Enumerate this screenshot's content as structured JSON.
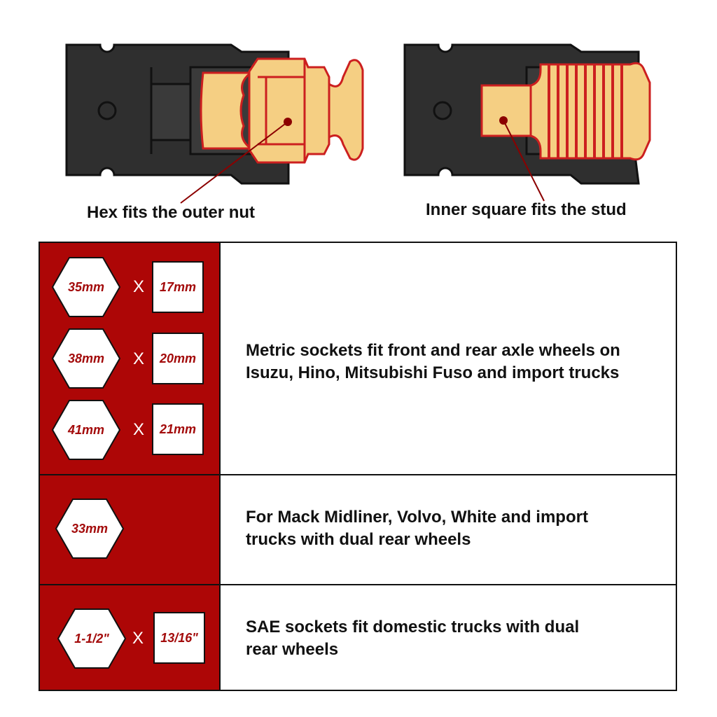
{
  "captions": {
    "left": "Hex fits the outer nut",
    "right": "Inner square fits the stud"
  },
  "colors": {
    "socket_body": "#2f2f2f",
    "socket_outline": "#111111",
    "nut_fill": "#f5cf83",
    "nut_outline": "#cc1f1f",
    "pointer": "#8b0000",
    "table_red": "#ad0606",
    "label_red": "#a30b0b"
  },
  "separator": "X",
  "rows": [
    {
      "sizes": [
        {
          "hex": "35mm",
          "square": "17mm"
        },
        {
          "hex": "38mm",
          "square": "20mm"
        },
        {
          "hex": "41mm",
          "square": "21mm"
        }
      ],
      "lines": [
        "Metric sockets fit front and rear axle wheels on",
        "Isuzu, Hino, Mitsubishi Fuso and import trucks"
      ]
    },
    {
      "sizes": [
        {
          "hex": "33mm"
        }
      ],
      "lines": [
        "For Mack Midliner, Volvo, White and import",
        "trucks with dual rear wheels"
      ]
    },
    {
      "sizes": [
        {
          "hex": "1-1/2\"",
          "square": "13/16\""
        }
      ],
      "lines": [
        "SAE sockets fit domestic trucks with dual",
        "rear wheels"
      ]
    }
  ]
}
